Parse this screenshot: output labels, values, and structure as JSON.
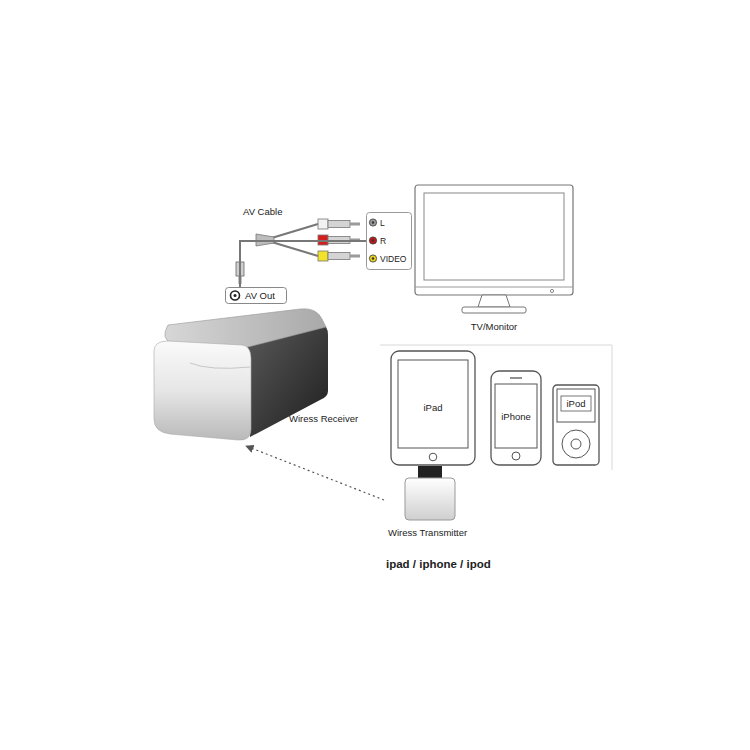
{
  "diagram": {
    "nodes": [
      {
        "text": [
          "TV/Monitor"
        ]
      },
      {
        "text": [
          "L",
          "R",
          "VIDEO"
        ]
      },
      {
        "text": [
          "AV Out"
        ]
      },
      {
        "text": [
          "Wiress Receiver"
        ]
      },
      {
        "text": [
          "iPad"
        ]
      },
      {
        "text": [
          "iPhone"
        ]
      },
      {
        "text": [
          "iPod"
        ]
      },
      {
        "text": [
          "Wiress Transmitter"
        ]
      }
    ],
    "edges": [
      {
        "from": 7,
        "to": 3,
        "arrow": "to"
      },
      {
        "from": 2,
        "to": 1,
        "arrow": "none"
      }
    ],
    "labels": [
      "AV Cable",
      "ipad / iphone / ipod"
    ]
  }
}
